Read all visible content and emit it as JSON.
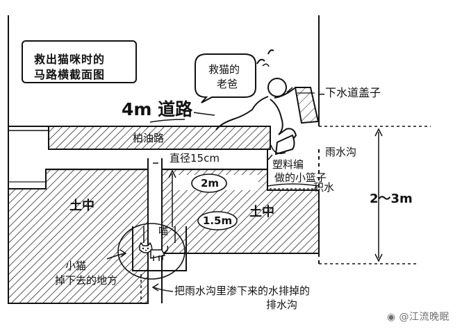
{
  "title": {
    "line1": "救出猫咪时的",
    "line2": "马路横截面图"
  },
  "labels": {
    "road": "4m 道路",
    "asphalt": "柏油路",
    "dad_line1": "救猫的",
    "dad_line2": "老爸",
    "drain_cover": "下水道盖子",
    "rain_ditch": "雨水沟",
    "basket_line1": "塑料编",
    "basket_line2": "做的小篮子",
    "standing_water": "积水",
    "diameter": "直径15cm",
    "depth_2m": "2m",
    "depth_1_5m": "1.5m",
    "soil_left": "土中",
    "soil_right": "土中",
    "right_depth": "2～3m",
    "meow": "喵",
    "kitten_line1": "小猫",
    "kitten_line2": "掉下去的地方",
    "drain_note_line1": "把雨水沟里渗下来的水排掉的",
    "drain_note_line2": "排水沟"
  },
  "watermark": "@江流晚眠",
  "colors": {
    "ink": "#111111",
    "watermark": "#6f6f6f",
    "background": "#ffffff"
  },
  "icons": {
    "kitten": "cat-icon",
    "dad": "person-icon",
    "speech": "speech-bubble-icon",
    "arrow": "arrow-icon",
    "weibo": "weibo-logo-icon"
  }
}
